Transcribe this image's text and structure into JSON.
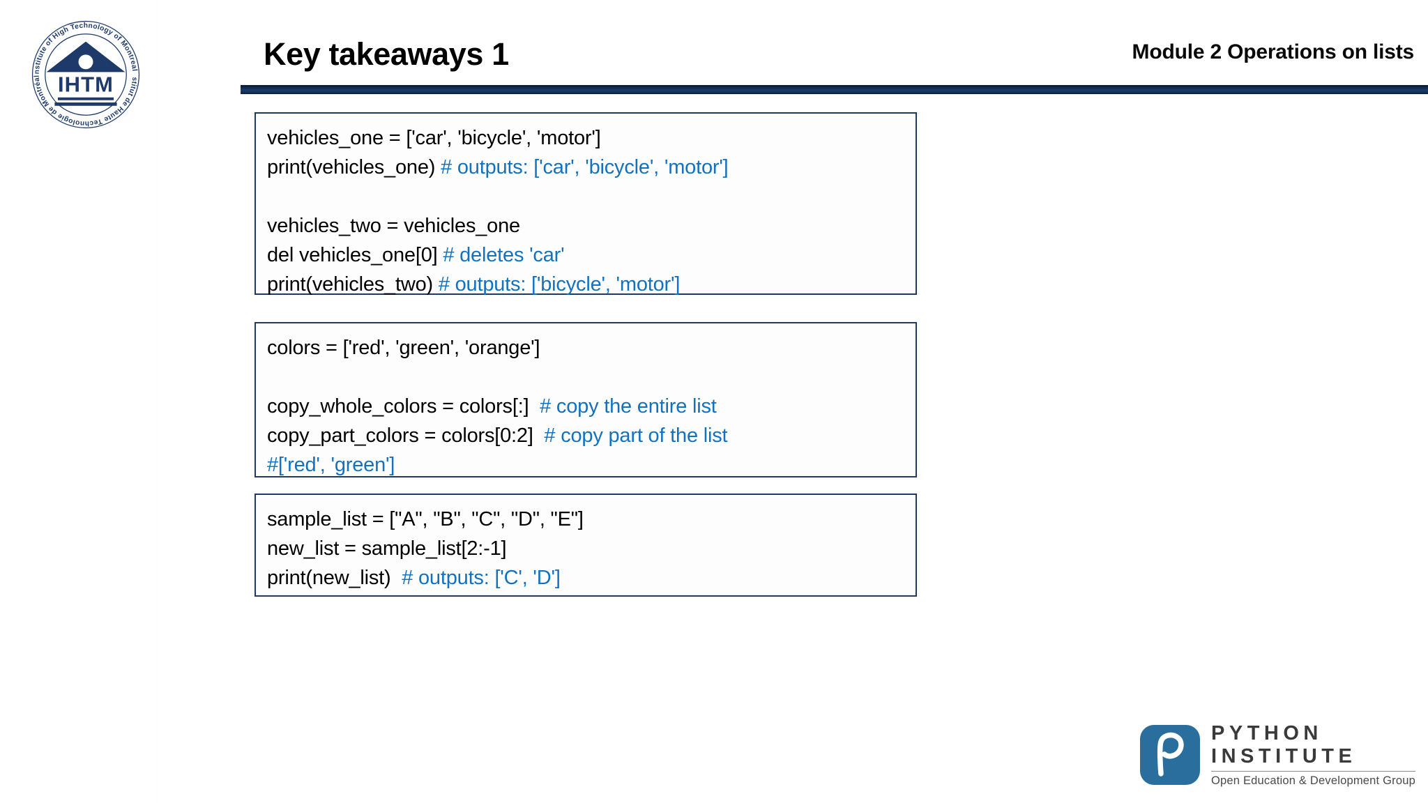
{
  "slide": {
    "title": "Key takeaways 1",
    "module_label": "Module 2 Operations on lists",
    "accent_navy": "#1f3864",
    "header_bar_color": "#12294b",
    "comment_blue": "#1272c0"
  },
  "brand_logo": {
    "acronym": "IHTM",
    "ring_text_top": "Institute of High Technology of Montreal",
    "ring_text_bottom": "Institut de Haute Technologie de Montréal",
    "color": "#1d3a6b"
  },
  "code_blocks": [
    {
      "id": "vehicles-aliasing",
      "lines": [
        {
          "code": "vehicles_one = ['car', 'bicycle', 'motor']",
          "comment": ""
        },
        {
          "code": "print(vehicles_one) ",
          "comment": "# outputs: ['car', 'bicycle', 'motor']"
        },
        {
          "code": "",
          "comment": ""
        },
        {
          "code": "vehicles_two = vehicles_one",
          "comment": ""
        },
        {
          "code": "del vehicles_one[0] ",
          "comment": "# deletes 'car'"
        },
        {
          "code": "print(vehicles_two) ",
          "comment": "# outputs: ['bicycle', 'motor']"
        }
      ]
    },
    {
      "id": "colors-slicing-copy",
      "lines": [
        {
          "code": "colors = ['red', 'green', 'orange']",
          "comment": ""
        },
        {
          "code": "",
          "comment": ""
        },
        {
          "code": "copy_whole_colors = colors[:]  ",
          "comment": "# copy the entire list"
        },
        {
          "code": "copy_part_colors = colors[0:2]  ",
          "comment": "# copy part of the list"
        },
        {
          "code": "",
          "comment": "#['red', 'green']"
        }
      ]
    },
    {
      "id": "sample-list-slice",
      "lines": [
        {
          "code": "sample_list = [\"A\", \"B\", \"C\", \"D\", \"E\"]",
          "comment": ""
        },
        {
          "code": "new_list = sample_list[2:-1]",
          "comment": ""
        },
        {
          "code": "print(new_list)  ",
          "comment": "# outputs: ['C', 'D']"
        }
      ]
    }
  ],
  "footer_logo": {
    "line1": "PYTHON",
    "line2": "INSTITUTE",
    "tagline": "Open Education & Development Group",
    "mark_color": "#2a6e9e",
    "mark_letter": "P"
  }
}
